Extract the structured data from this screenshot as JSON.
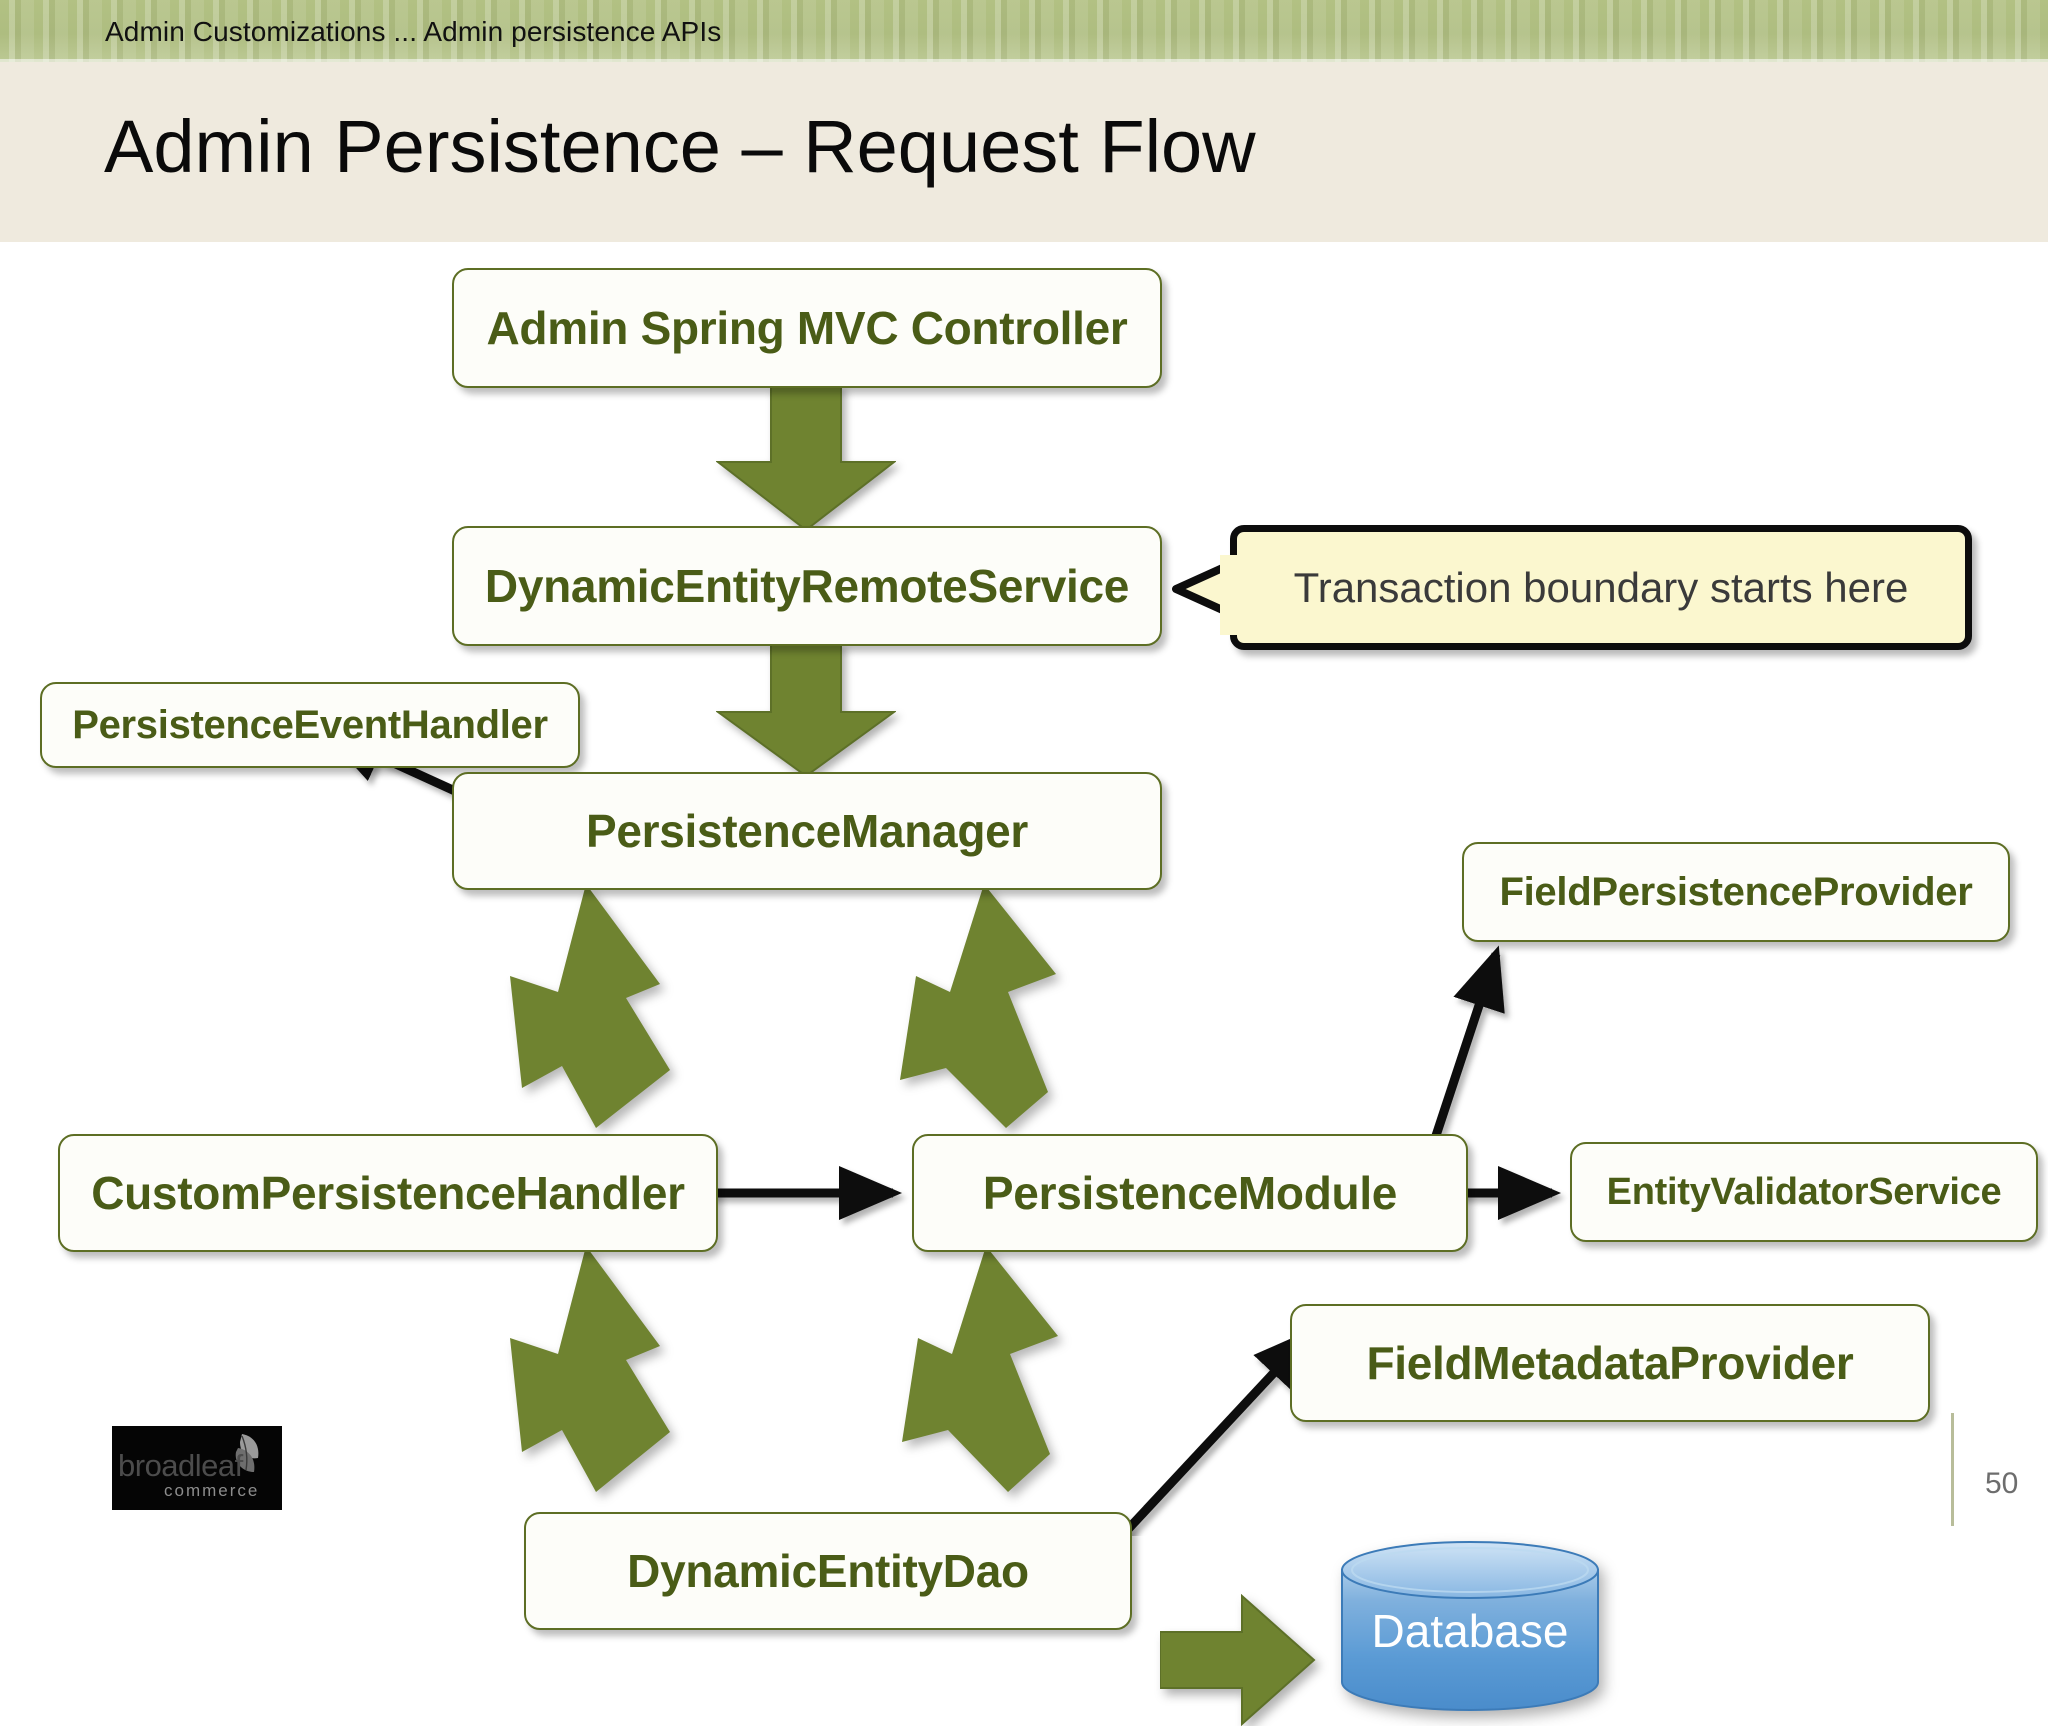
{
  "slide": {
    "breadcrumb": "Admin Customizations ... Admin persistence APIs",
    "title": "Admin Persistence – Request Flow",
    "page_number": "50",
    "colors": {
      "header_band": "#aebd80",
      "title_band": "#efeade",
      "node_border": "#5d6e24",
      "node_text": "#4a5c17",
      "node_fill": "#fdfdf9",
      "arrow_green": "#6f8330",
      "callout_fill": "#fbf7cf",
      "callout_border": "#0d0d0d",
      "database_blue": "#5b9bd5",
      "connector_black": "#0a0a0a",
      "page_number_gray": "#6d6d6d"
    }
  },
  "diagram": {
    "type": "flow",
    "nodes": [
      {
        "id": "controller",
        "label": "Admin Spring MVC Controller"
      },
      {
        "id": "remoteservice",
        "label": "DynamicEntityRemoteService"
      },
      {
        "id": "eventhandler",
        "label": "PersistenceEventHandler"
      },
      {
        "id": "manager",
        "label": "PersistenceManager"
      },
      {
        "id": "fieldpersprov",
        "label": "FieldPersistenceProvider"
      },
      {
        "id": "customhandler",
        "label": "CustomPersistenceHandler"
      },
      {
        "id": "persistmodule",
        "label": "PersistenceModule"
      },
      {
        "id": "entityvalidator",
        "label": "EntityValidatorService"
      },
      {
        "id": "fieldmetaprov",
        "label": "FieldMetadataProvider"
      },
      {
        "id": "dao",
        "label": "DynamicEntityDao"
      },
      {
        "id": "database",
        "label": "Database"
      }
    ],
    "edges": [
      {
        "from": "controller",
        "to": "remoteservice",
        "style": "green-block-arrow-down"
      },
      {
        "from": "remoteservice",
        "to": "manager",
        "style": "green-block-arrow-down"
      },
      {
        "from": "manager",
        "to": "eventhandler",
        "style": "black-line-arrow"
      },
      {
        "from": "manager",
        "to": "customhandler",
        "style": "green-bent-arrow"
      },
      {
        "from": "manager",
        "to": "persistmodule",
        "style": "green-bent-arrow"
      },
      {
        "from": "customhandler",
        "to": "persistmodule",
        "style": "black-line-arrow"
      },
      {
        "from": "persistmodule",
        "to": "fieldpersprov",
        "style": "black-line-arrow"
      },
      {
        "from": "persistmodule",
        "to": "entityvalidator",
        "style": "black-line-arrow"
      },
      {
        "from": "customhandler",
        "to": "dao",
        "style": "green-bent-arrow"
      },
      {
        "from": "persistmodule",
        "to": "dao",
        "style": "green-bent-arrow"
      },
      {
        "from": "dao",
        "to": "fieldmetaprov",
        "style": "black-line-arrow"
      },
      {
        "from": "dao",
        "to": "database",
        "style": "green-block-arrow-right"
      }
    ]
  },
  "callout": {
    "text": "Transaction boundary starts here",
    "points_at": "remoteservice"
  },
  "logo": {
    "word": "broadleaf",
    "sub": "commerce",
    "icon": "leaf-icon"
  }
}
